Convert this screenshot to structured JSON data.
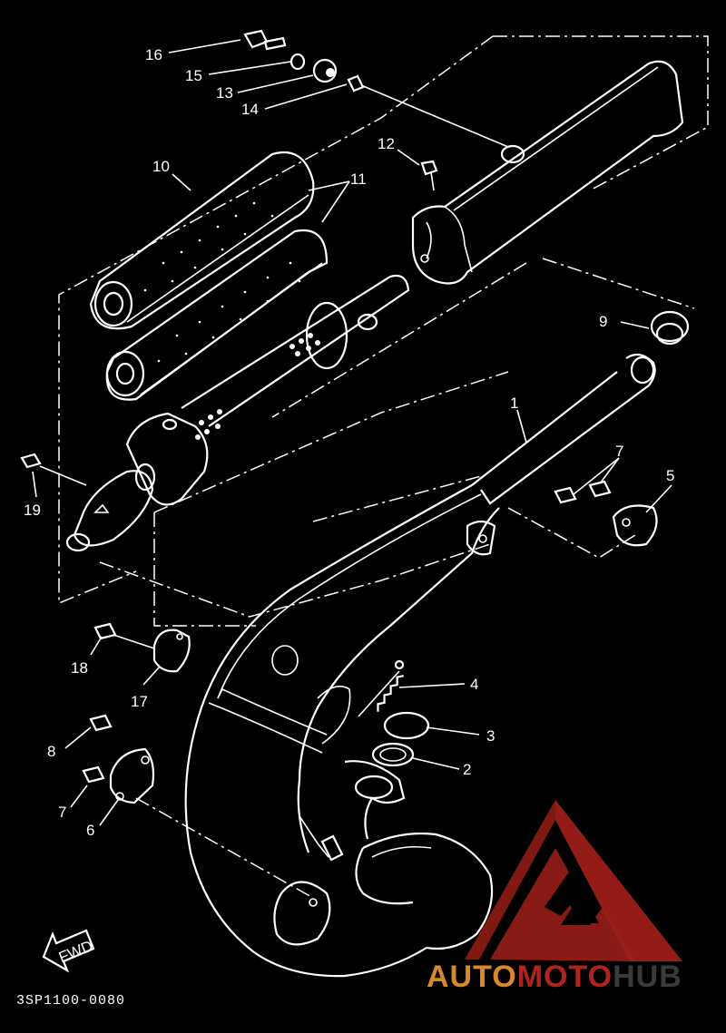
{
  "diagram": {
    "drawing_code": "3SP1100-0080",
    "fwd_label": "FWD",
    "callouts": [
      "1",
      "2",
      "3",
      "4",
      "5",
      "6",
      "7",
      "7",
      "8",
      "9",
      "10",
      "11",
      "12",
      "13",
      "14",
      "15",
      "16",
      "17",
      "18",
      "19"
    ]
  },
  "watermark": {
    "parts": [
      "AUTO",
      "MOTO",
      "HUB"
    ],
    "colors": {
      "auto": "#d8892a",
      "moto": "#b1241d",
      "hub": "#3a3a3a"
    }
  },
  "colors": {
    "background": "#000000",
    "lines": "#ffffff",
    "logo_red": "#a3201a"
  }
}
